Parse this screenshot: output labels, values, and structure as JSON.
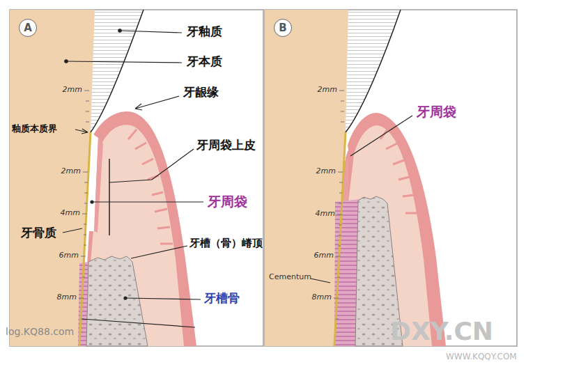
{
  "diagram": {
    "nodes": [
      {
        "text": [
          "A"
        ]
      },
      {
        "text": [
          "B"
        ]
      }
    ],
    "labels": [
      "牙釉质",
      "牙本质",
      "牙龈缘",
      "釉质本质界",
      "牙周袋上皮",
      "牙周袋",
      "牙骨质",
      "牙槽（骨）嵴顶",
      "牙槽骨",
      "牙周袋",
      "Cementum",
      "2mm",
      "2mm",
      "4mm",
      "6mm",
      "8mm",
      "2mm",
      "2mm",
      "4mm",
      "6mm",
      "8mm",
      "log.KQ88.com",
      "DXY.CN",
      "WWW.KQQY.COM"
    ]
  }
}
